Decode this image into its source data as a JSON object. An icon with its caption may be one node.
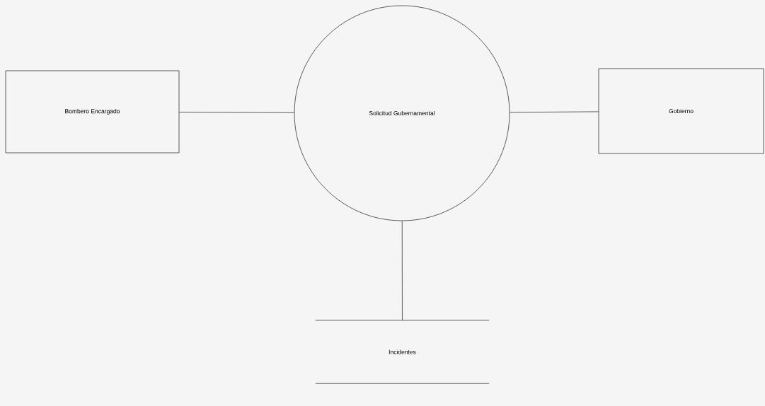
{
  "diagram": {
    "nodes": [
      {
        "text": [
          "Bombero Encargado"
        ]
      },
      {
        "text": [
          "Solicitud Gubernamental"
        ]
      },
      {
        "text": [
          "Gobierno"
        ]
      },
      {
        "text": [
          "Incidentes"
        ]
      }
    ],
    "edges": [
      {
        "from": 0,
        "to": 1,
        "arrow": "none"
      },
      {
        "from": 1,
        "to": 2,
        "arrow": "none"
      },
      {
        "from": 1,
        "to": 3,
        "arrow": "none"
      }
    ]
  }
}
